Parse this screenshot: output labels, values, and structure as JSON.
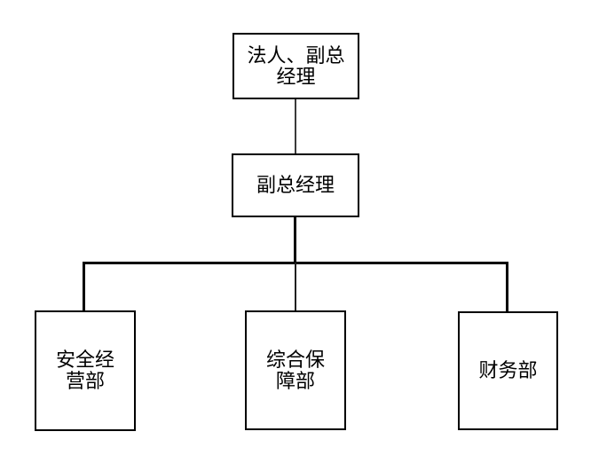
{
  "diagram": {
    "type": "org-chart",
    "background_color": "#ffffff",
    "line_color": "#000000",
    "box_border_color": "#000000",
    "box_fill_color": "#ffffff",
    "text_color": "#000000",
    "nodes": {
      "root": {
        "label": "法人、副总经理",
        "lines": [
          "法人、副总",
          "经理"
        ],
        "level": 1
      },
      "deputy": {
        "label": "副总经理",
        "lines": [
          "副总经理"
        ],
        "level": 2,
        "parent": "法人、副总经理"
      },
      "dept1": {
        "label": "安全经营部",
        "lines": [
          "安全经",
          "营部"
        ],
        "level": 3,
        "parent": "副总经理"
      },
      "dept2": {
        "label": "综合保障部",
        "lines": [
          "综合保",
          "障部"
        ],
        "level": 3,
        "parent": "副总经理"
      },
      "dept3": {
        "label": "财务部",
        "lines": [
          "财务部"
        ],
        "level": 3,
        "parent": "副总经理"
      }
    }
  }
}
